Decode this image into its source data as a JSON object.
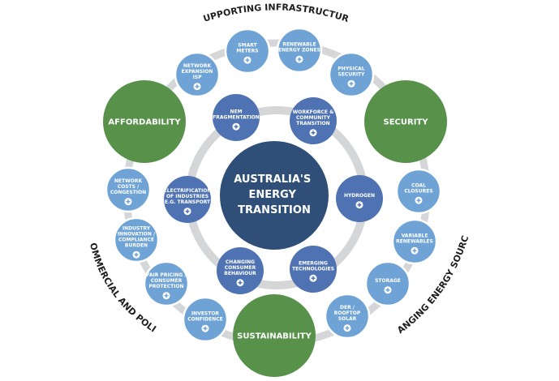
{
  "colors": {
    "ring": "#d4d6d8",
    "light_blue": "#6fa3d5",
    "light_blue_border": "#ffffff",
    "mid_blue": "#4f73b2",
    "center_blue": "#2f4f78",
    "green": "#58914a",
    "label_dark": "#1f1f1f"
  },
  "center": {
    "lines": [
      "AUSTRALIA'S",
      "ENERGY",
      "TRANSITION"
    ]
  },
  "pillars": [
    {
      "id": "affordability",
      "label": "AFFORDABILITY"
    },
    {
      "id": "security",
      "label": "SECURITY"
    },
    {
      "id": "sustainability",
      "label": "SUSTAINABILITY"
    }
  ],
  "inner_nodes": [
    {
      "id": "nem-fragmentation",
      "lines": [
        "NEM",
        "FRAGMENTATION"
      ]
    },
    {
      "id": "workforce",
      "lines": [
        "WORKFORCE &",
        "COMMUNITY",
        "TRANSITION"
      ]
    },
    {
      "id": "hydrogen",
      "lines": [
        "HYDROGEN"
      ]
    },
    {
      "id": "emerging-technologies",
      "lines": [
        "EMERGING",
        "TECHNOLOGIES"
      ]
    },
    {
      "id": "changing-consumer-behaviour",
      "lines": [
        "CHANGING",
        "CONSUMER",
        "BEHAVIOUR"
      ]
    },
    {
      "id": "electrification",
      "lines": [
        "ELECTRIFICATION",
        "OF INDUSTRIES",
        "(E.G. TRANSPORT)"
      ]
    }
  ],
  "outer_nodes": [
    {
      "id": "network-expansion",
      "lines": [
        "NETWORK",
        "EXPANSION",
        "ISP"
      ]
    },
    {
      "id": "smart-meters",
      "lines": [
        "SMART",
        "METERS"
      ]
    },
    {
      "id": "renewable-energy-zones",
      "lines": [
        "RENEWABLE",
        "ENERGY ZONES"
      ]
    },
    {
      "id": "physical-security",
      "lines": [
        "PHYSICAL",
        "SECURITY"
      ]
    },
    {
      "id": "coal-closures",
      "lines": [
        "COAL",
        "CLOSURES"
      ]
    },
    {
      "id": "variable-renewables",
      "lines": [
        "VARIABLE",
        "RENEWABLES"
      ]
    },
    {
      "id": "storage",
      "lines": [
        "STORAGE"
      ]
    },
    {
      "id": "der-rooftop-solar",
      "lines": [
        "DER /",
        "ROOFTOP",
        "SOLAR"
      ]
    },
    {
      "id": "investor-confidence",
      "lines": [
        "INVESTOR",
        "CONFIDENCE"
      ]
    },
    {
      "id": "fair-pricing",
      "lines": [
        "FAIR PRICING /",
        "CONSUMER",
        "PROTECTION"
      ]
    },
    {
      "id": "industry-innovation",
      "lines": [
        "INDUSTRY",
        "INNOVATION /",
        "COMPLIANCE",
        "BURDEN"
      ]
    },
    {
      "id": "network-costs",
      "lines": [
        "NETWORK",
        "COSTS /",
        "CONGESTION"
      ]
    }
  ],
  "arc_labels": {
    "supporting": "SUPPORTING INFRASTRUCTURE",
    "changing": "CHANGING ENERGY SOURCES",
    "commercial": "COMMERCIAL AND POLICY"
  }
}
